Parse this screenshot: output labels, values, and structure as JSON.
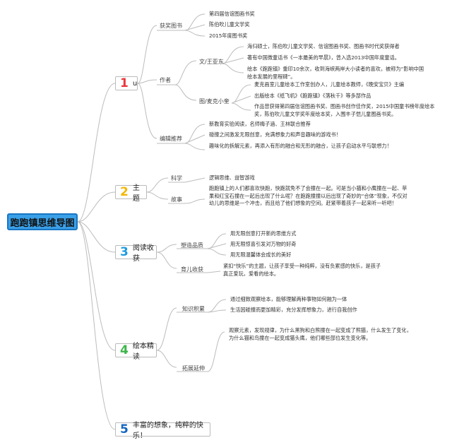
{
  "root": {
    "title": "跑跑镇思维导图"
  },
  "branches": [
    {
      "num": "1",
      "num_color": "#e8383d",
      "label": "u",
      "subs": [
        {
          "label": "获奖图书",
          "leaves": [
            "第四届信谊图画书奖",
            "陈伯吹儿童文学奖",
            "2015年度图书奖"
          ]
        },
        {
          "label": "作者",
          "groups": [
            {
              "label": "文/王亚东",
              "leaves": [
                "海归硕士，陈伯吹儿童文学奖、信谊图画书奖、图画书时代奖获得者",
                "著有中国微童话书《一本最美的早晨》，曾入选2013中国年度童话。",
                "绘本《跑跑镇》重印10余次，收到海峡两岸大小读者的喜欢，被称为“影响中国绘本发展的里程碑”。"
              ]
            },
            {
              "label": "图/麦克小奎",
              "leaves": [
                "麦克画室儿童绘本工作室创办人，儿童绘本教师，《晚安宝贝》主编",
                "出版绘本《纸飞机》《跑跑镇》《落秋千》等多部作品",
                "作品曾获得第四届信谊图画书奖、图画书创作佳作奖，2015中国童书榜年度绘本奖，陈伯吹儿童文学奖年度绘本奖，入围丰子恺儿童图画书奖。"
              ]
            }
          ]
        },
        {
          "label": "编辑推荐",
          "leaves": [
            "新教育实验阅读，名师梅子涵、王林联合推荐",
            "碰撞之间激发无限创意，充满想象力和声音趣味的游戏书！",
            "趣味化的拆解元素，再添入有形的融合和无形的融合，让孩子启动水平与联想力！"
          ]
        }
      ]
    },
    {
      "num": "2",
      "num_color": "#f2b705",
      "label": "主题",
      "subs": [
        {
          "label": "科学",
          "leaves": [
            "逻辑思维、益智游戏"
          ]
        },
        {
          "label": "故事",
          "leaves": [
            "跑跑镇上的人们都喜欢快跑，快跑就免不了会撞在一起。可是当小猫和小鹰撞在一起、苹果和红宝石撞在一起后出现了什么呢？在跑跑撞撞以后出现了奇妙的“合体”现象，不仅对幼儿的思维是一个冲击，而且给了他们想象的空间。赶紧带着孩子一起来听一听吧！"
          ]
        }
      ]
    },
    {
      "num": "3",
      "num_color": "#1e9be0",
      "label": "阅读收获",
      "subs": [
        {
          "label": "塑造品质",
          "leaves": [
            "用无限创意打开新的思维方式",
            "用无限惊喜引发对万物的好奇",
            "用无限温馨体会成长的美好"
          ]
        },
        {
          "label": "育儿收获",
          "leaves": [
            "紧扣“快乐”的主题，让孩子享受一种纯粹，没有负累感的快乐，是孩子真正爱玩，爱看的绘本。"
          ]
        }
      ]
    },
    {
      "num": "4",
      "num_color": "#3db54a",
      "label": "绘本精读",
      "subs": [
        {
          "label": "知识积累",
          "leaves": [
            "通过细致观察绘本，能够理解两种事物如何融为一体",
            "生活因碰撞而更加精彩，充分发挥想象力，进行自我创作"
          ]
        },
        {
          "label": "拓展延伸",
          "leaves": [
            "观察元素，发现规律，为什么黑狗和白熊撞在一起变成了熊猫，什么发生了变化，为什么猫和鸟撞在一起变成猫头鹰，他们哪些部位发生变化等。"
          ]
        }
      ]
    },
    {
      "num": "5",
      "num_color": "#1565c0",
      "label": "丰富的想象，纯粹的快乐！",
      "subs": []
    }
  ]
}
